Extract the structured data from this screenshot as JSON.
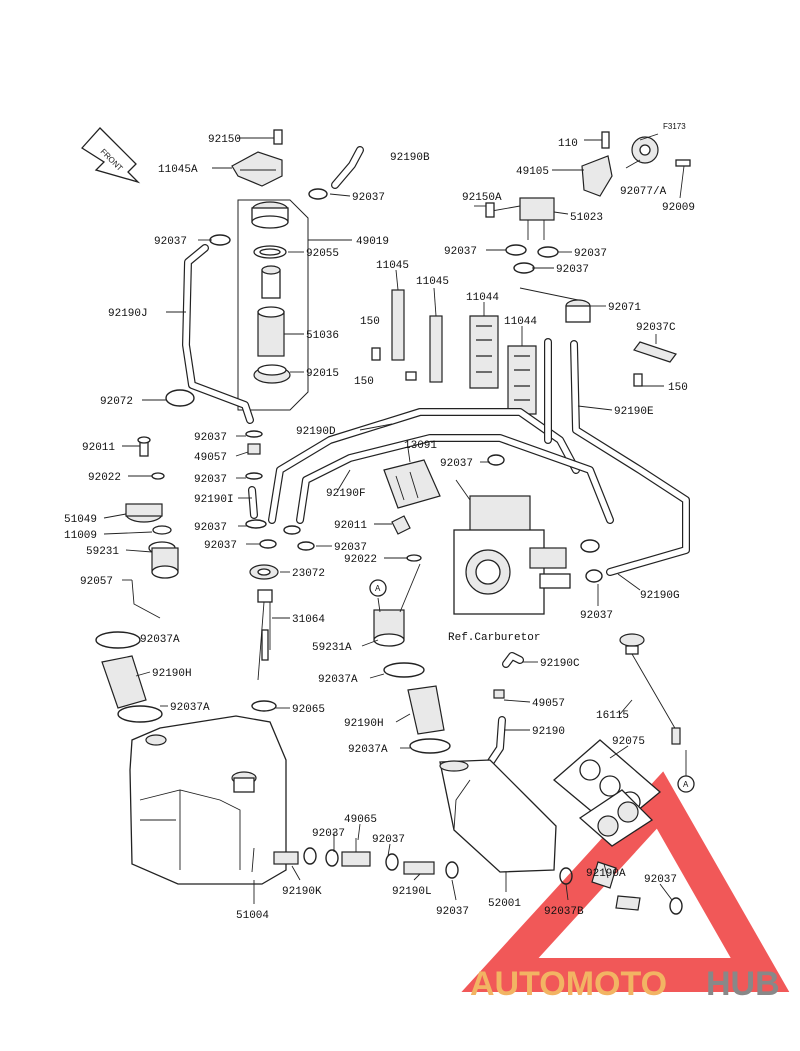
{
  "diagram": {
    "figure_code": "F3173",
    "front_label": "FRONT",
    "reference_label": "Ref.Carburetor",
    "callout_marker": "A",
    "watermark": {
      "part1": "AUTOMOTO",
      "part2": "HUB",
      "color1": "#f2b463",
      "color2": "#888888",
      "triangle_color": "#ee3b3b"
    },
    "labels": {
      "l92150": "92150",
      "l11045A": "11045A",
      "l92190B": "92190B",
      "l92037_top": "92037",
      "l49019": "49019",
      "l92037_j": "92037",
      "l92055": "92055",
      "l92190J": "92190J",
      "l51036": "51036",
      "l92015": "92015",
      "l92072": "92072",
      "l110": "110",
      "l49105": "49105",
      "l92077A": "92077/A",
      "l92009": "92009",
      "l92150A": "92150A",
      "l51023": "51023",
      "l92037_fl": "92037",
      "l92037_fr": "92037",
      "l92037_f2": "92037",
      "l11045_a": "11045",
      "l11045_b": "11045",
      "l11044_a": "11044",
      "l11044_b": "11044",
      "l92071": "92071",
      "l150_a": "150",
      "l150_b": "150",
      "l92037C": "92037C",
      "l150_c": "150",
      "l92190E": "92190E",
      "l92190D": "92190D",
      "l13091": "13091",
      "l92037_mid": "92037",
      "l92190F": "92190F",
      "l92011_a": "92011",
      "l92037_v1": "92037",
      "l49057_a": "49057",
      "l92022_a": "92022",
      "l92037_v2": "92037",
      "l92190I": "92190I",
      "l51049": "51049",
      "l11009": "11009",
      "l59231": "59231",
      "l92037_v3": "92037",
      "l92037_v4": "92037",
      "l92037_v5": "92037",
      "l92011_b": "92011",
      "l92022_b": "92022",
      "l92057": "92057",
      "l23072": "23072",
      "l31064": "31064",
      "l59231A": "59231A",
      "l92037_carb": "92037",
      "l92190G": "92190G",
      "l92037A_a": "92037A",
      "l92190H_a": "92190H",
      "l92037A_b": "92037A",
      "l92065": "92065",
      "l92190C": "92190C",
      "l92037A_c": "92037A",
      "l49057_b": "49057",
      "l92190H_b": "92190H",
      "l92190": "92190",
      "l16115": "16115",
      "l92075": "92075",
      "l92037A_d": "92037A",
      "l49065": "49065",
      "l92037_b1": "92037",
      "l92037_b2": "92037",
      "l92190K": "92190K",
      "l92190L": "92190L",
      "l92037_b3": "92037",
      "l51004": "51004",
      "l52001": "52001",
      "l92190A": "92190A",
      "l92037_b4": "92037",
      "l92037B": "92037B"
    }
  }
}
